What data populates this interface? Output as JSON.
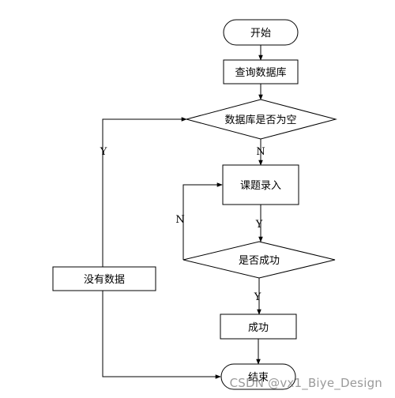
{
  "nodes": {
    "start": "开始",
    "query_db": "查询数据库",
    "db_empty": "数据库是否为空",
    "topic_entry": "课题录入",
    "is_success": "是否成功",
    "success": "成功",
    "no_data": "没有数据",
    "end": "结束"
  },
  "edges": {
    "empty_no": "N",
    "empty_yes": "Y",
    "entry_yes": "Y",
    "success_no": "N",
    "success_yes": "Y"
  },
  "watermark": "CSDN @vx1_Biye_Design"
}
